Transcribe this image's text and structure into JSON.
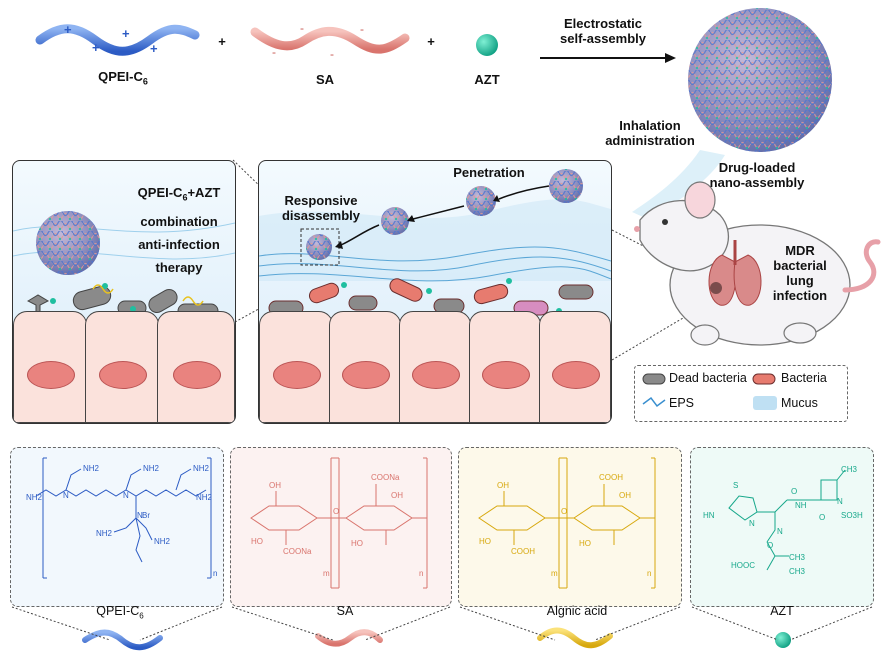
{
  "top": {
    "qpei_label": "QPEI-C",
    "qpei_sub": "6",
    "plus_1": "+",
    "sa_label": "SA",
    "plus_2": "+",
    "azt_label": "AZT",
    "arrow_label_1": "Electrostatic",
    "arrow_label_2": "self-assembly",
    "nano_label_1": "Drug-loaded",
    "nano_label_2": "nano-assembly"
  },
  "mouse": {
    "inhalation_1": "Inhalation",
    "inhalation_2": "administration",
    "mdr_1": "MDR",
    "mdr_2": "bacterial",
    "mdr_3": "lung",
    "mdr_4": "infection"
  },
  "left_panel": {
    "line1a": "QPEI-C",
    "line1sub": "6",
    "line1b": "+AZT",
    "line2": "combination",
    "line3": "anti-infection",
    "line4": "therapy"
  },
  "middle_panel": {
    "penetration": "Penetration",
    "responsive_1": "Responsive",
    "responsive_2": "disassembly"
  },
  "legend": {
    "dead_bacteria": "Dead bacteria",
    "bacteria": "Bacteria",
    "eps": "EPS",
    "mucus": "Mucus"
  },
  "structures": {
    "qpei_label": "QPEI-C",
    "qpei_sub": "6",
    "sa_label": "SA",
    "alg_label": "Algnic acid",
    "azt_label": "AZT",
    "nh2": "NH2",
    "n": "N",
    "br": "Br",
    "oh": "OH",
    "ho": "HO",
    "coona": "COONa",
    "cooh": "COOH",
    "m": "m",
    "nn": "n",
    "o": "O",
    "hn": "HN",
    "s": "S",
    "nh": "NH",
    "so3h": "SO3H",
    "ch3": "CH3",
    "hooc": "HOOC"
  },
  "colors": {
    "qpei_blue": "#3f74d8",
    "sa_pink": "#e4918c",
    "alginate_yellow": "#e8c21f",
    "azt_teal": "#1fbfa0",
    "cell_pink": "#fbe2dc",
    "mucus_blue": "#cfe8f7"
  }
}
